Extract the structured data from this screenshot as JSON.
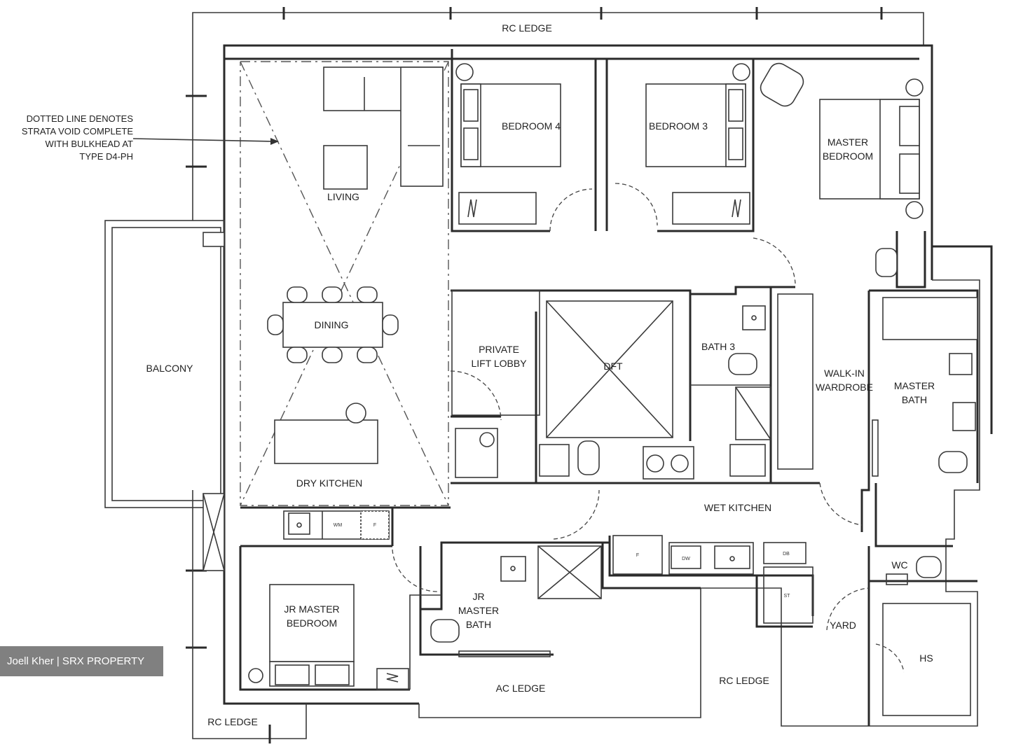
{
  "rooms": {
    "rc_ledge_top": "RC LEDGE",
    "living": "LIVING",
    "bedroom4": "BEDROOM 4",
    "bedroom3": "BEDROOM 3",
    "master_bedroom": [
      "MASTER",
      "BEDROOM"
    ],
    "dining": "DINING",
    "balcony": "BALCONY",
    "private_lift_lobby": [
      "PRIVATE",
      "LIFT LOBBY"
    ],
    "dft": "DFT",
    "bath3": "BATH 3",
    "walk_in_wardrobe": [
      "WALK-IN",
      "WARDROBE"
    ],
    "master_bath": [
      "MASTER",
      "BATH"
    ],
    "dry_kitchen": "DRY KITCHEN",
    "wet_kitchen": "WET KITCHEN",
    "jr_master_bedroom": [
      "JR MASTER",
      "BEDROOM"
    ],
    "jr_master_bath": [
      "JR",
      "MASTER",
      "BATH"
    ],
    "wc": "WC",
    "yard": "YARD",
    "hs": "HS",
    "ac_ledge": "AC LEDGE",
    "rc_ledge_right": "RC LEDGE",
    "rc_ledge_bottom": "RC LEDGE"
  },
  "fixtures": {
    "wm": "WM",
    "fridge": "F",
    "dw": "DW",
    "db": "DB",
    "st": "ST"
  },
  "note": [
    "DOTTED LINE DENOTES",
    "STRATA VOID COMPLETE",
    "WITH BULKHEAD AT",
    "TYPE D4-PH"
  ],
  "watermark": "Joell Kher | SRX PROPERTY"
}
